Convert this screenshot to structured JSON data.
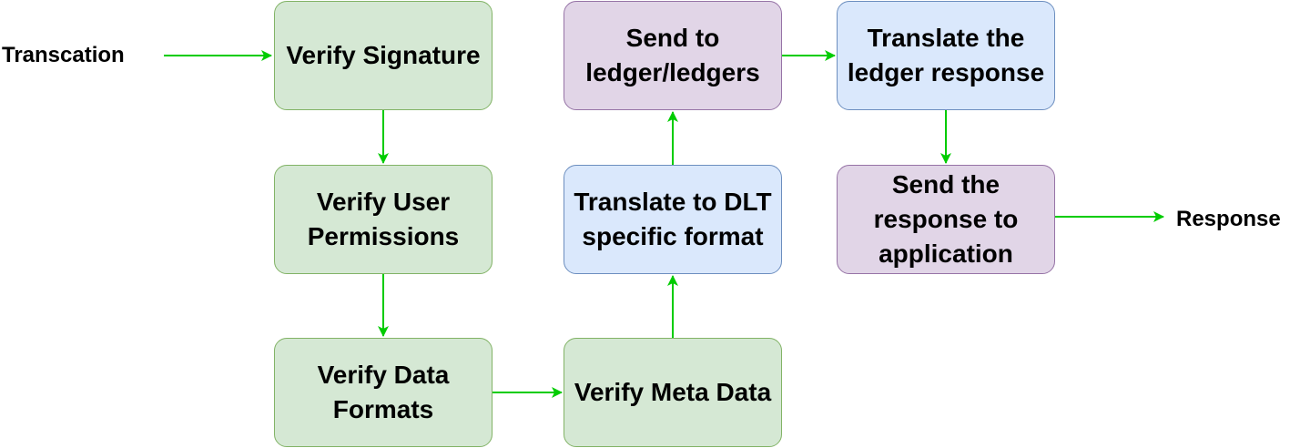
{
  "colors": {
    "arrow": "#00cc00",
    "green_fill": "#d5e8d4",
    "green_stroke": "#82b366",
    "purple_fill": "#e1d5e7",
    "purple_stroke": "#9673a6",
    "blue_fill": "#dae8fc",
    "blue_stroke": "#6c8ebf"
  },
  "input_label": "Transcation",
  "output_label": "Response",
  "nodes": {
    "verify_signature": "Verify Signature",
    "verify_user_permissions": "Verify User Permissions",
    "verify_data_formats": "Verify Data Formats",
    "verify_meta_data": "Verify Meta Data",
    "translate_dlt": "Translate to DLT specific format",
    "send_to_ledger": "Send to ledger/ledgers",
    "translate_response": "Translate the ledger response",
    "send_response": "Send the response to application"
  }
}
